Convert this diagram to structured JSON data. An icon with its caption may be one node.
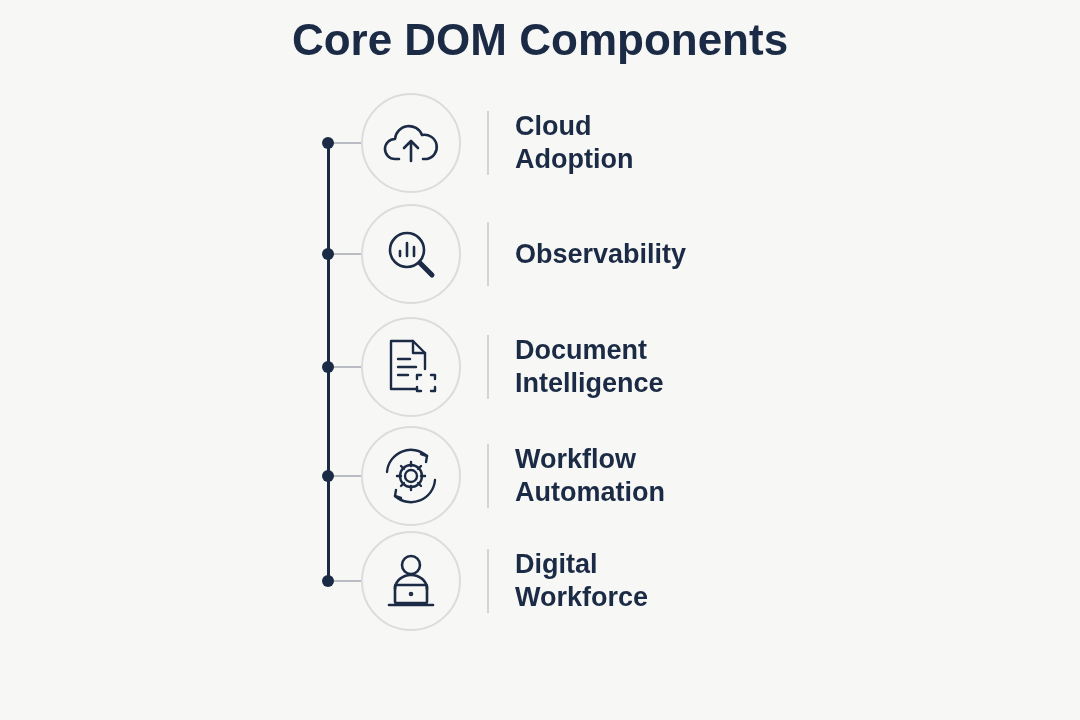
{
  "diagram": {
    "title": "Core DOM Components",
    "nodes": [
      {
        "text": [],
        "shape": "bar"
      },
      {
        "text": [
          "Cloud Adoption"
        ]
      },
      {
        "text": [
          "Observability"
        ]
      },
      {
        "text": [
          "Document Intelligence"
        ]
      },
      {
        "text": [
          "Workflow Automation"
        ]
      },
      {
        "text": [
          "Digital Workforce"
        ]
      }
    ],
    "edges": [
      {
        "from": 0,
        "to": 1,
        "arrow": "other"
      },
      {
        "from": 0,
        "to": 2,
        "arrow": "other"
      },
      {
        "from": 0,
        "to": 3,
        "arrow": "other"
      },
      {
        "from": 0,
        "to": 4,
        "arrow": "other"
      },
      {
        "from": 0,
        "to": 5,
        "arrow": "other"
      }
    ]
  }
}
